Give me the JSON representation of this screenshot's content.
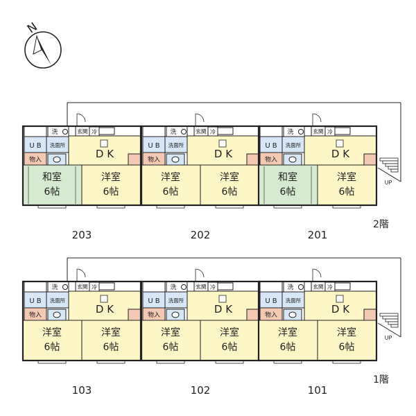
{
  "compass": {
    "label": "N"
  },
  "floors": [
    {
      "floor_label": "2階",
      "units": [
        {
          "number": "203",
          "rooms": [
            {
              "type": "和室",
              "size": "6帖",
              "style": "washitsu"
            },
            {
              "type": "洋室",
              "size": "6帖",
              "style": "youshitsu"
            }
          ]
        },
        {
          "number": "202",
          "rooms": [
            {
              "type": "洋室",
              "size": "6帖",
              "style": "youshitsu"
            },
            {
              "type": "洋室",
              "size": "6帖",
              "style": "youshitsu"
            }
          ]
        },
        {
          "number": "201",
          "rooms": [
            {
              "type": "和室",
              "size": "6帖",
              "style": "washitsu"
            },
            {
              "type": "洋室",
              "size": "6帖",
              "style": "youshitsu"
            }
          ]
        }
      ]
    },
    {
      "floor_label": "1階",
      "units": [
        {
          "number": "103",
          "rooms": [
            {
              "type": "洋室",
              "size": "6帖",
              "style": "youshitsu"
            },
            {
              "type": "洋室",
              "size": "6帖",
              "style": "youshitsu"
            }
          ]
        },
        {
          "number": "102",
          "rooms": [
            {
              "type": "洋室",
              "size": "6帖",
              "style": "youshitsu"
            },
            {
              "type": "洋室",
              "size": "6帖",
              "style": "youshitsu"
            }
          ]
        },
        {
          "number": "101",
          "rooms": [
            {
              "type": "洋室",
              "size": "6帖",
              "style": "youshitsu"
            },
            {
              "type": "洋室",
              "size": "6帖",
              "style": "youshitsu"
            }
          ]
        }
      ]
    }
  ],
  "labels": {
    "dk": "D K",
    "ub": "U B",
    "wash_basin": "洗面所",
    "storage": "物入",
    "entrance": "玄関",
    "washer": "洗",
    "fridge": "冷",
    "stairs_up": "UP"
  },
  "colors": {
    "youshitsu": "#fdf6c6",
    "washitsu": "#d6ead2",
    "dk": "#fdf6c6",
    "wet": "#d7e7f7",
    "entrance": "#f4f4f4",
    "storage": "#f4c9b3",
    "wall": "#222222"
  }
}
